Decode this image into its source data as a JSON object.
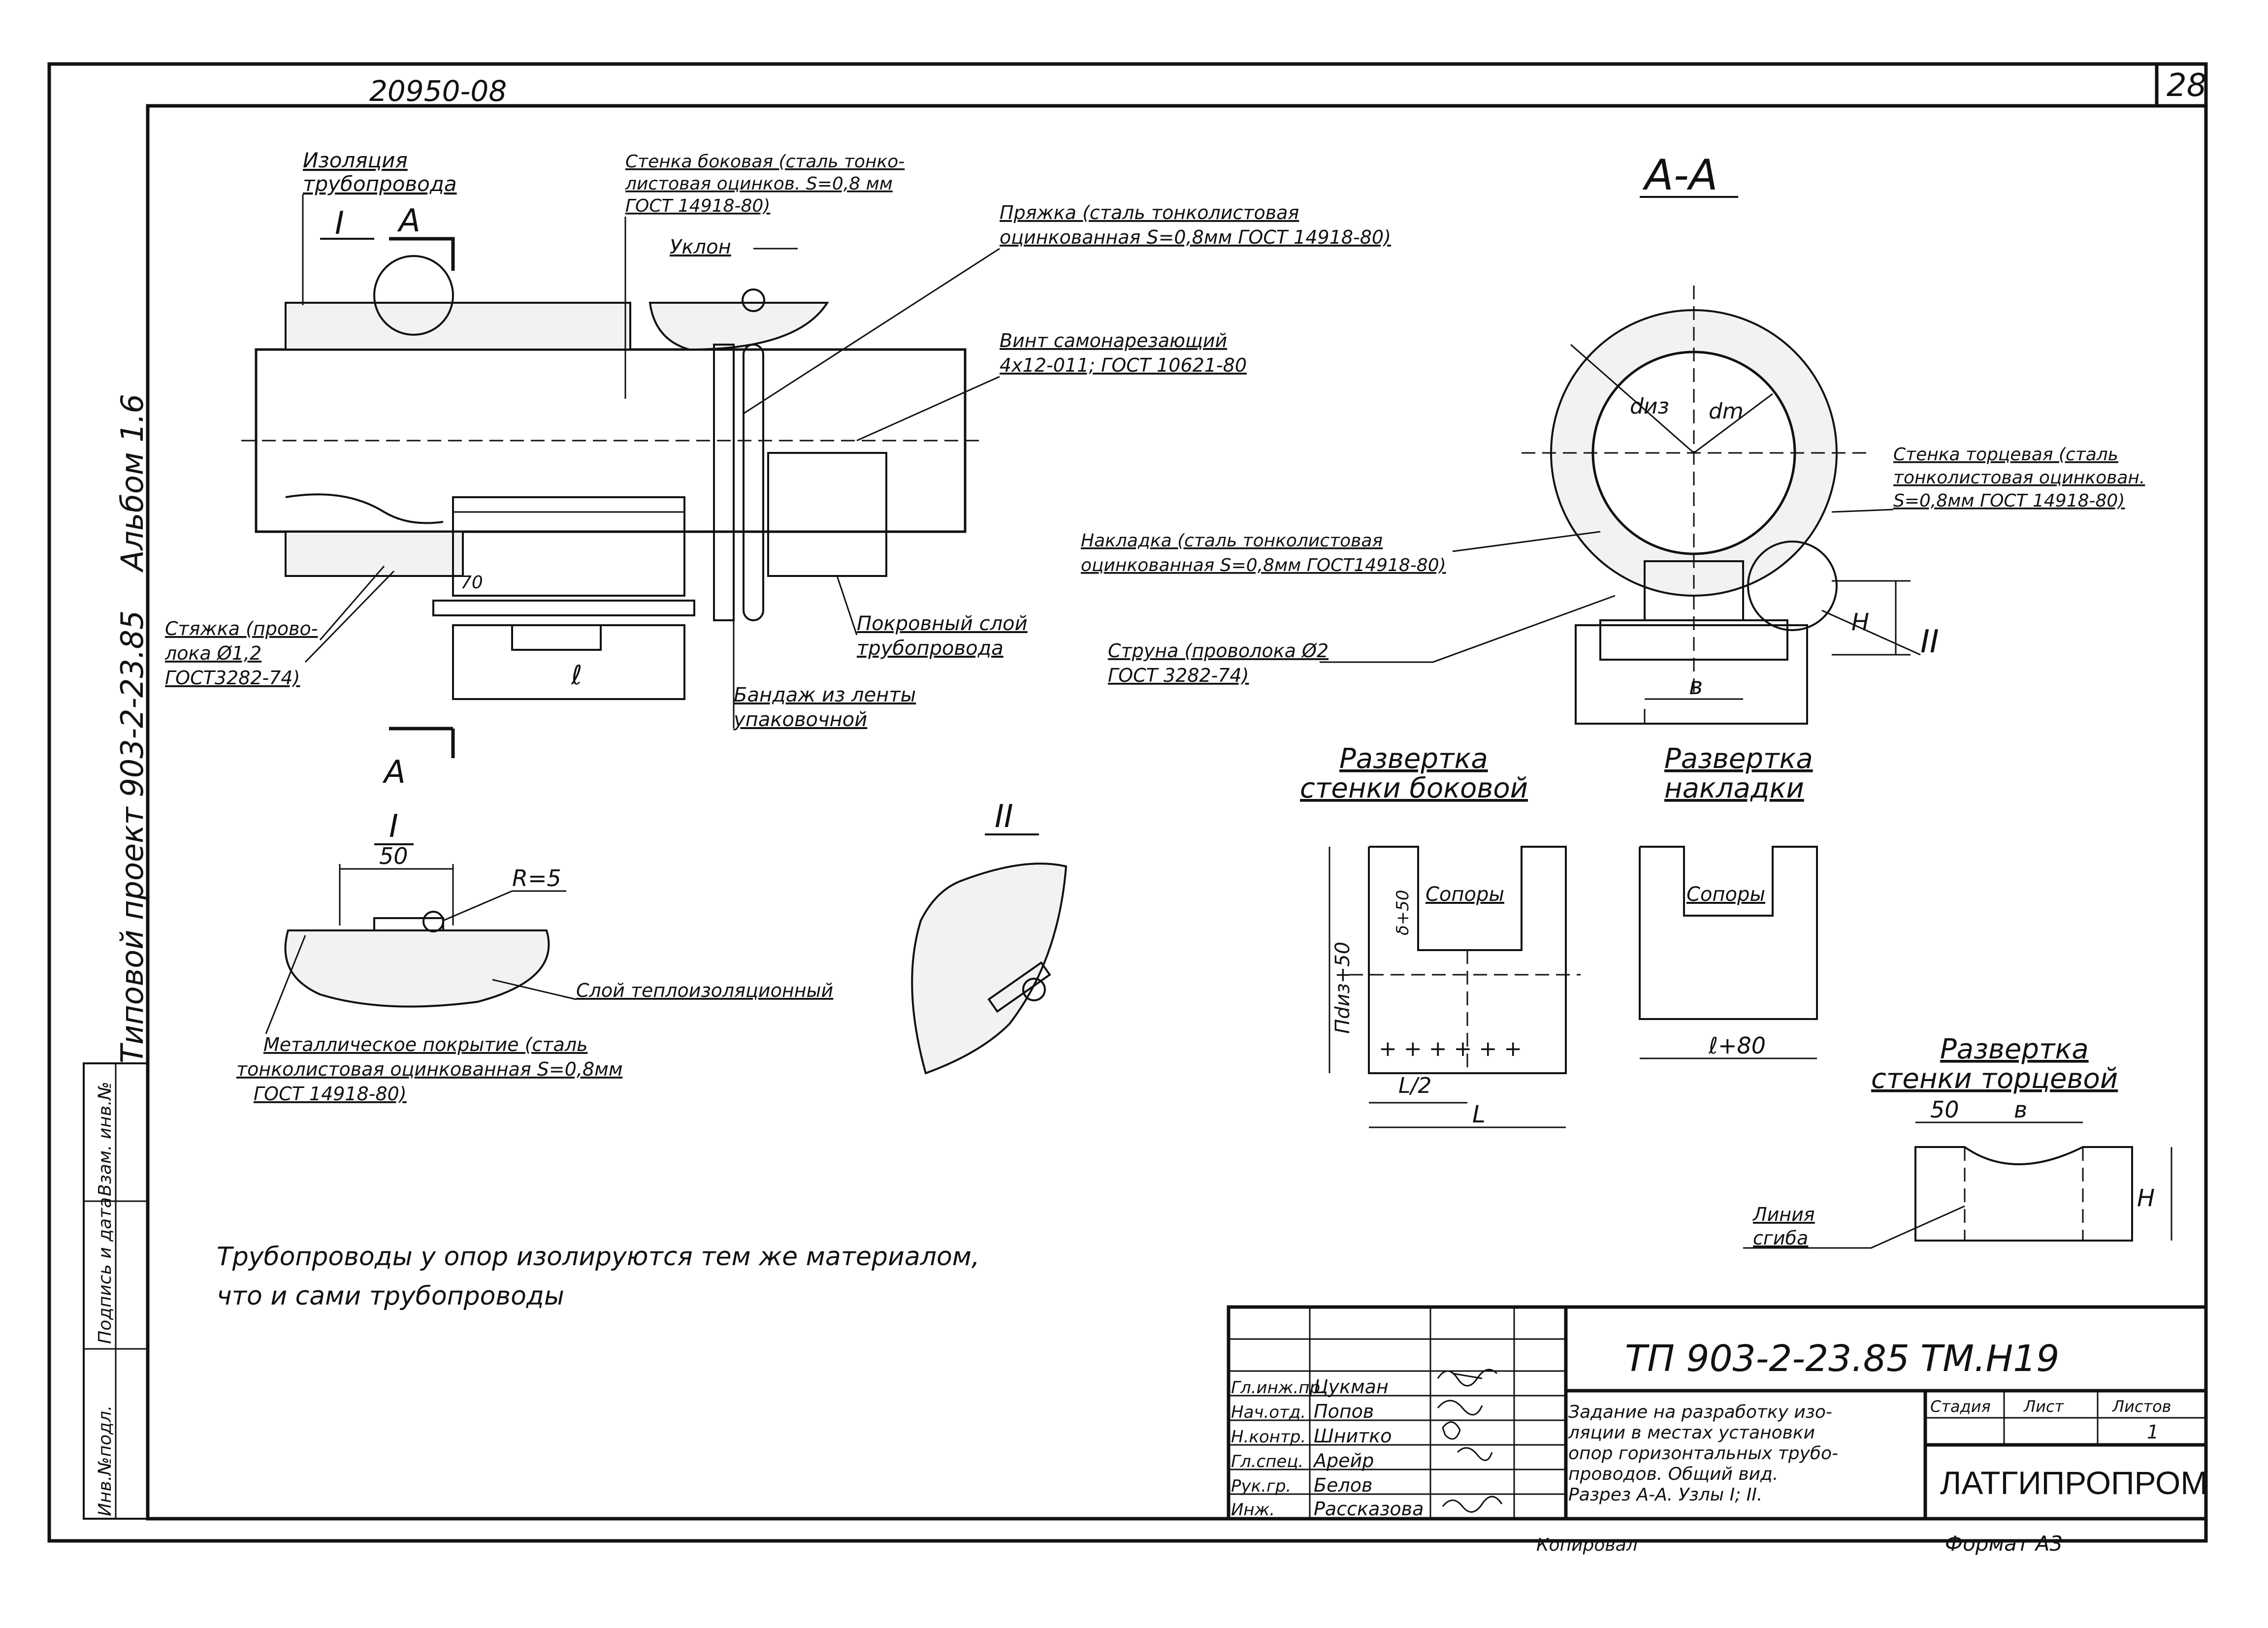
{
  "header": {
    "archive_number": "20950-08",
    "sheet_number": "28"
  },
  "left_margin": {
    "album": "Альбом 1.6",
    "project": "Типовой проект 903-2-23.85"
  },
  "stamp_column": {
    "labels": [
      "Инв.№подл.",
      "Подпись и дата",
      "Взам. инв.№"
    ]
  },
  "main_view": {
    "isolation_label": "Изоляция трубопровода",
    "node_I": "I",
    "section_A_top": "А",
    "section_A_bottom": "А",
    "side_wall_label": "Стенка боковая (сталь тонко-листовая оцинков. S=0,8 мм ГОСТ 14918-80)",
    "buckle_label": "Пряжка (сталь тонколистовая оцинкованная S=0,8мм ГОСТ 14918-80)",
    "slope_label": "Уклон",
    "screw_label": "Винт самонарезающий 4х12-011; ГОСТ 10621-80",
    "cover_layer_label": "Покровный слой трубопровода",
    "band_label": "Бандаж из ленты упаковочной",
    "tie_label": "Стяжка (прово-лока Ø1,2 ГОСТ3282-74)",
    "dim_l": "ℓ",
    "dim_70": "70"
  },
  "section_AA": {
    "title": "А-А",
    "d_iz": "dиз",
    "d_m": "dm",
    "end_wall_label": "Стенка торцевая (сталь тонколистовая оцинкован. S=0,8мм ГОСТ 14918-80)",
    "overlay_label": "Накладка (сталь тонколистовая оцинкованная S=0,8мм ГОСТ14918-80)",
    "string_label": "Струна (проволока Ø2 ГОСТ 3282-74)",
    "dim_H": "H",
    "dim_b": "в",
    "node_II": "II"
  },
  "detail_I": {
    "title": "I",
    "dim_50": "50",
    "radius": "R=5",
    "insulation_layer": "Слой теплоизоляционный",
    "metal_cover": "Металлическое покрытие (сталь тонколистовая оцинкованная S=0,8мм ГОСТ 14918-80)"
  },
  "detail_II": {
    "title": "II"
  },
  "development_side": {
    "title": "Развертка стенки боковой",
    "support": "Сопоры",
    "dim_vertical": "Пdиз+50",
    "dim_small": "δ+50",
    "dim_half": "L/2",
    "dim_L": "L"
  },
  "development_overlay": {
    "title": "Развертка накладки",
    "support": "Сопоры",
    "dim": "ℓ+80"
  },
  "development_end": {
    "title": "Развертка стенки торцевой",
    "dim_50": "50",
    "dim_b": "в",
    "dim_H": "H",
    "fold_line": "Линия сгиба"
  },
  "note": {
    "line1": "Трубопроводы у опор изолируются тем же материалом,",
    "line2": "что и сами трубопроводы"
  },
  "title_block": {
    "code": "ТП 903-2-23.85",
    "mark": "ТМ.Н19",
    "roles": [
      "Гл.инж.пр.",
      "Нач.отд.",
      "Н.контр.",
      "Гл.спец.",
      "Рук.гр.",
      "Инж."
    ],
    "names": [
      "Цукман",
      "Попов",
      "Шнитко",
      "Арейр",
      "Белов",
      "Рассказова"
    ],
    "description": "Задание на разработку изоляции в местах установки опор горизонтальных трубопроводов. Общий вид. Разрез А-А. Узлы I; II.",
    "stage_header": "Стадия",
    "sheet_header": "Лист",
    "sheets_header": "Листов",
    "sheets_value": "1",
    "organization": "ЛАТГИПРОПРОМ",
    "copied": "Копировал",
    "format": "Формат А3"
  }
}
